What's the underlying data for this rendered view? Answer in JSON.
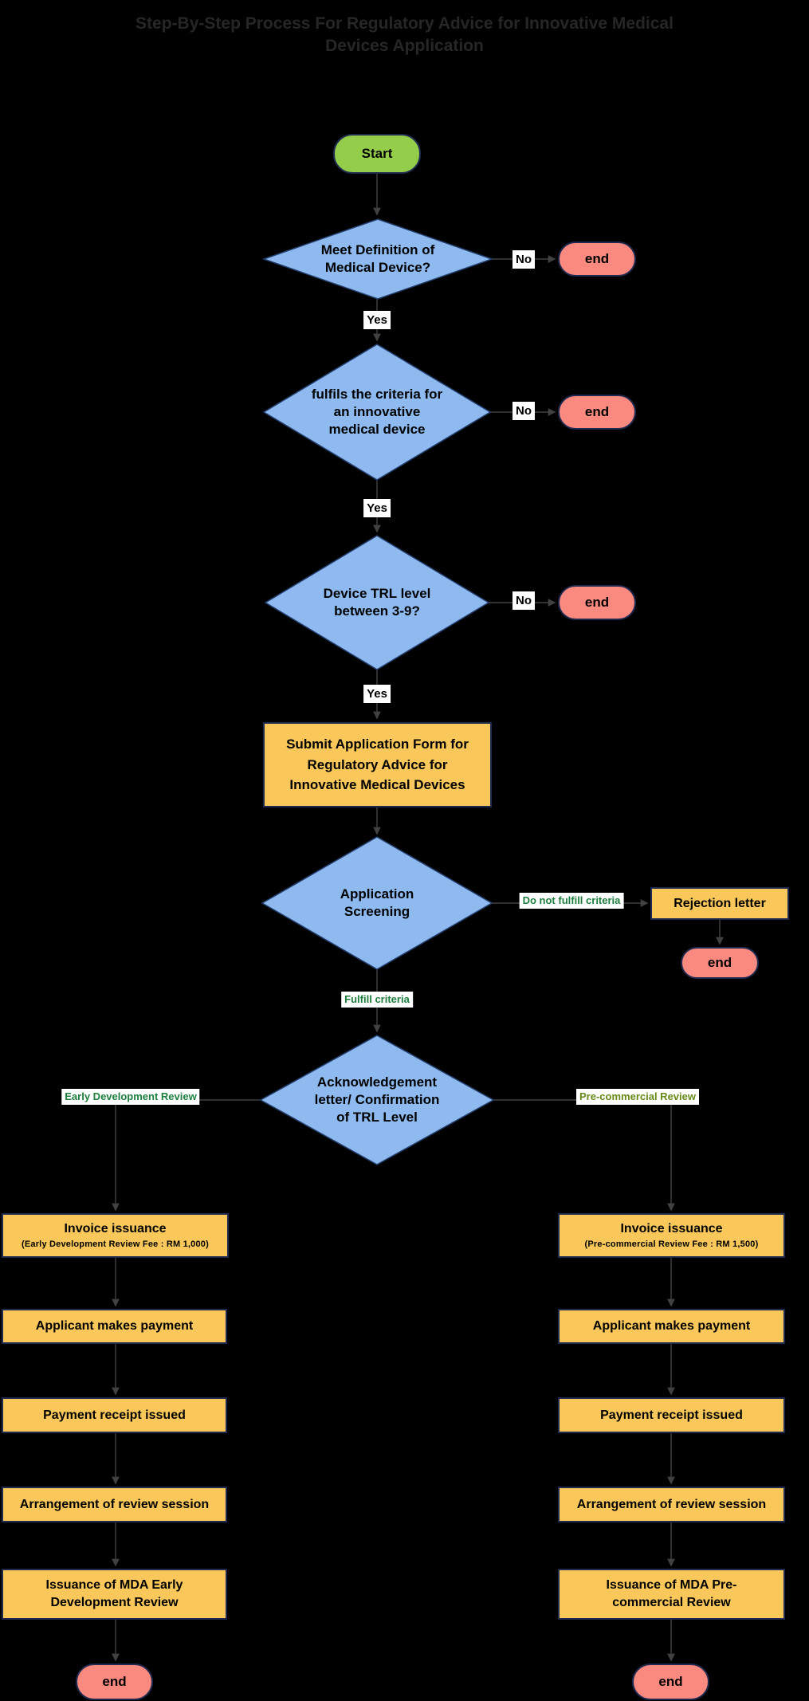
{
  "title": "Step-By-Step Process For Regulatory Advice for Innovative Medical Devices Application",
  "colors": {
    "background": "#000000",
    "title_text": "#262626",
    "edge_line": "#414141",
    "decision_fill": "#8EBAEF",
    "decision_border": "#24406F",
    "process_fill": "#FAC85A",
    "start_fill": "#94CD4A",
    "end_fill": "#FA8A80",
    "node_border": "#202A4E",
    "label_green": "#1E7E3E",
    "label_olive": "#668A17",
    "label_bg": "#FFFFFF"
  },
  "nodes": {
    "start": "Start",
    "decision_meet_definition": "Meet Definition of\nMedical Device?",
    "decision_innovative_criteria": "fulfils the criteria for\nan innovative\nmedical device",
    "decision_trl_level": "Device TRL level\nbetween 3-9?",
    "process_submit_application": "Submit Application Form for\nRegulatory Advice for\nInnovative Medical Devices",
    "decision_application_screening": "Application\nScreening",
    "process_rejection_letter": "Rejection letter",
    "decision_acknowledgement": "Acknowledgement\nletter/ Confirmation\nof TRL Level",
    "process_invoice_left": {
      "title": "Invoice issuance",
      "subtitle": "(Early Development Review Fee : RM 1,000)"
    },
    "process_invoice_right": {
      "title": "Invoice issuance",
      "subtitle": "(Pre-commercial Review Fee : RM 1,500)"
    },
    "process_payment": "Applicant makes payment",
    "process_receipt": "Payment receipt issued",
    "process_arrangement": "Arrangement of review session",
    "process_issuance_left": "Issuance of MDA Early\nDevelopment Review",
    "process_issuance_right": "Issuance of MDA Pre-\ncommercial Review",
    "end": "end"
  },
  "edge_labels": {
    "no": "No",
    "yes": "Yes",
    "do_not_fulfill": "Do not fulfill criteria",
    "fulfill": "Fulfill criteria",
    "early_development_review": "Early Development Review",
    "pre_commercial_review": "Pre-commercial Review"
  }
}
